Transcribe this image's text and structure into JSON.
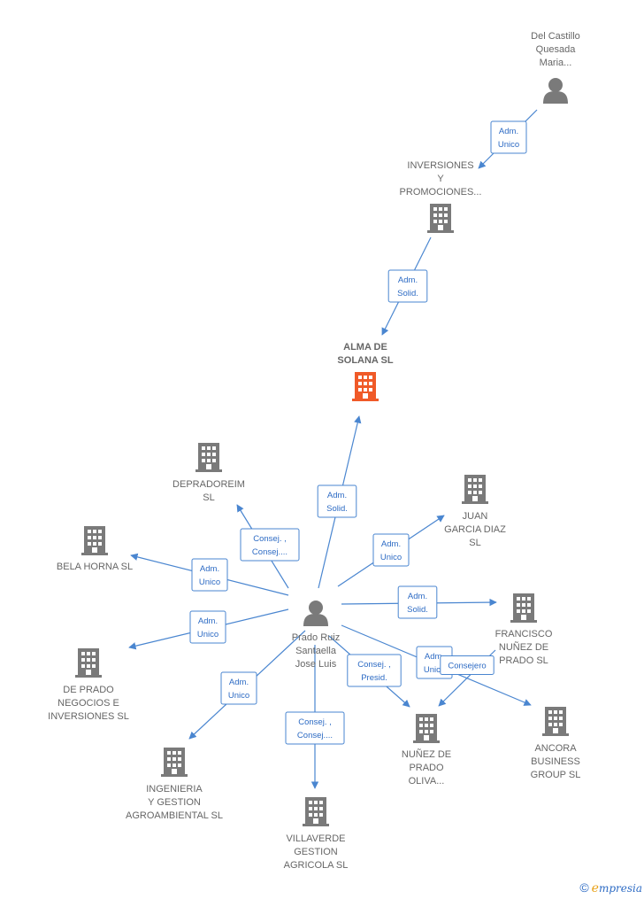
{
  "colors": {
    "edge": "#4a86d0",
    "label_text": "#2d6bc4",
    "node_grey": "#7a7a7a",
    "focus": "#f05a28"
  },
  "nodes": [
    {
      "id": "del_castillo",
      "type": "person",
      "lines": [
        "Del Castillo",
        "Quesada",
        "Maria..."
      ]
    },
    {
      "id": "inversiones",
      "type": "company",
      "lines": [
        "INVERSIONES",
        "Y",
        "PROMOCIONES..."
      ]
    },
    {
      "id": "alma",
      "type": "company",
      "focus": true,
      "lines": [
        "ALMA DE",
        "SOLANA  SL"
      ]
    },
    {
      "id": "depradoreim",
      "type": "company",
      "lines": [
        "DEPRADOREIM",
        "SL"
      ]
    },
    {
      "id": "juan_garcia",
      "type": "company",
      "lines": [
        "JUAN",
        "GARCIA DIAZ",
        "SL"
      ]
    },
    {
      "id": "bela_horna",
      "type": "company",
      "lines": [
        "BELA HORNA SL"
      ]
    },
    {
      "id": "prado_ruiz",
      "type": "person",
      "lines": [
        "Prado Ruiz",
        "Santaella",
        "Jose Luis"
      ]
    },
    {
      "id": "francisco",
      "type": "company",
      "lines": [
        "FRANCISCO",
        "NUÑEZ DE",
        "PRADO  SL"
      ]
    },
    {
      "id": "de_prado",
      "type": "company",
      "lines": [
        "DE PRADO",
        "NEGOCIOS E",
        "INVERSIONES SL"
      ]
    },
    {
      "id": "nunez_oliva",
      "type": "company",
      "lines": [
        "NUÑEZ DE",
        "PRADO",
        "OLIVA..."
      ]
    },
    {
      "id": "ancora",
      "type": "company",
      "lines": [
        "ANCORA",
        "BUSINESS",
        "GROUP SL"
      ]
    },
    {
      "id": "ingenieria",
      "type": "company",
      "lines": [
        "INGENIERIA",
        "Y GESTION",
        "AGROAMBIENTAL SL"
      ]
    },
    {
      "id": "villaverde",
      "type": "company",
      "lines": [
        "VILLAVERDE",
        "GESTION",
        "AGRICOLA  SL"
      ]
    }
  ],
  "edges": [
    {
      "from": "del_castillo",
      "to": "inversiones",
      "label": [
        "Adm.",
        "Unico"
      ]
    },
    {
      "from": "inversiones",
      "to": "alma",
      "label": [
        "Adm.",
        "Solid."
      ]
    },
    {
      "from": "prado_ruiz",
      "to": "alma",
      "label": [
        "Adm.",
        "Solid."
      ]
    },
    {
      "from": "prado_ruiz",
      "to": "depradoreim",
      "label": [
        "Consej. ,",
        "Consej...."
      ]
    },
    {
      "from": "prado_ruiz",
      "to": "juan_garcia",
      "label": [
        "Adm.",
        "Unico"
      ]
    },
    {
      "from": "prado_ruiz",
      "to": "bela_horna",
      "label": [
        "Adm.",
        "Unico"
      ]
    },
    {
      "from": "prado_ruiz",
      "to": "francisco",
      "label": [
        "Adm.",
        "Solid."
      ]
    },
    {
      "from": "prado_ruiz",
      "to": "de_prado",
      "label": [
        "Adm.",
        "Unico"
      ]
    },
    {
      "from": "prado_ruiz",
      "to": "nunez_oliva",
      "label": [
        "Consej. ,",
        "Presid."
      ]
    },
    {
      "from": "prado_ruiz",
      "to": "ancora",
      "label": [
        "Adm.",
        "Unico"
      ]
    },
    {
      "from": "francisco",
      "to": "nunez_oliva",
      "label": [
        "Consejero"
      ]
    },
    {
      "from": "prado_ruiz",
      "to": "ingenieria",
      "label": [
        "Adm.",
        "Unico"
      ]
    },
    {
      "from": "prado_ruiz",
      "to": "villaverde",
      "label": [
        "Consej. ,",
        "Consej...."
      ]
    }
  ],
  "footer": {
    "copyright": "©",
    "brand_initial": "e",
    "brand_rest": "mpresia"
  }
}
